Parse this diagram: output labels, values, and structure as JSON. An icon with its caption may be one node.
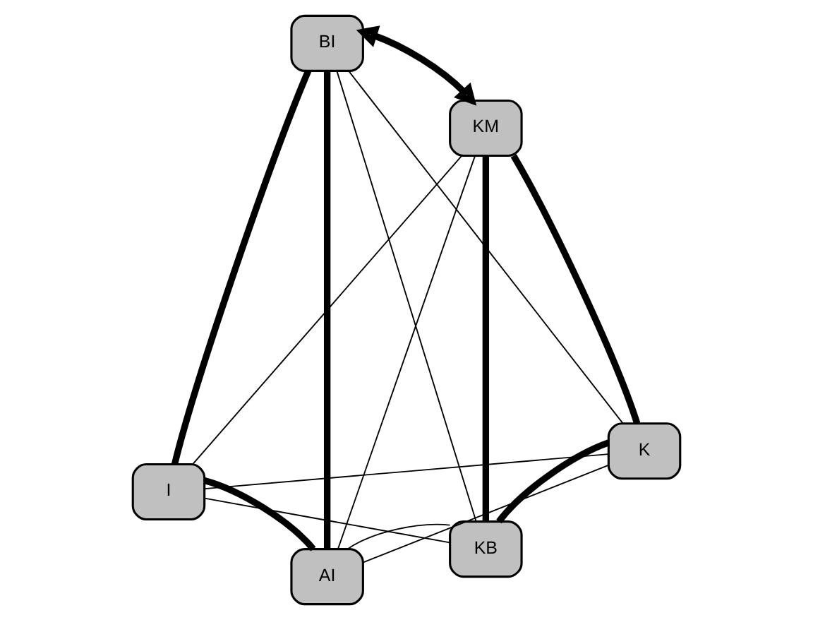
{
  "diagram": {
    "nodes": [
      {
        "text": [
          "BI"
        ]
      },
      {
        "text": [
          "KM"
        ]
      },
      {
        "text": [
          "I"
        ]
      },
      {
        "text": [
          "K"
        ]
      },
      {
        "text": [
          "AI"
        ]
      },
      {
        "text": [
          "KB"
        ]
      }
    ],
    "edges": [
      {
        "from": 0,
        "to": 1,
        "arrow": "both",
        "style": "thick"
      },
      {
        "from": 0,
        "to": 2,
        "arrow": "none",
        "style": "thick"
      },
      {
        "from": 0,
        "to": 4,
        "arrow": "none",
        "style": "thick"
      },
      {
        "from": 0,
        "to": 3,
        "arrow": "none"
      },
      {
        "from": 0,
        "to": 5,
        "arrow": "none"
      },
      {
        "from": 1,
        "to": 3,
        "arrow": "none",
        "style": "thick"
      },
      {
        "from": 1,
        "to": 5,
        "arrow": "none",
        "style": "thick"
      },
      {
        "from": 1,
        "to": 2,
        "arrow": "none"
      },
      {
        "from": 1,
        "to": 4,
        "arrow": "none"
      },
      {
        "from": 2,
        "to": 3,
        "arrow": "none"
      },
      {
        "from": 2,
        "to": 5,
        "arrow": "none"
      },
      {
        "from": 2,
        "to": 4,
        "arrow": "none",
        "style": "thick"
      },
      {
        "from": 3,
        "to": 5,
        "arrow": "none",
        "style": "thick"
      },
      {
        "from": 4,
        "to": 3,
        "arrow": "none"
      },
      {
        "from": 4,
        "to": 5,
        "arrow": "none"
      }
    ]
  }
}
